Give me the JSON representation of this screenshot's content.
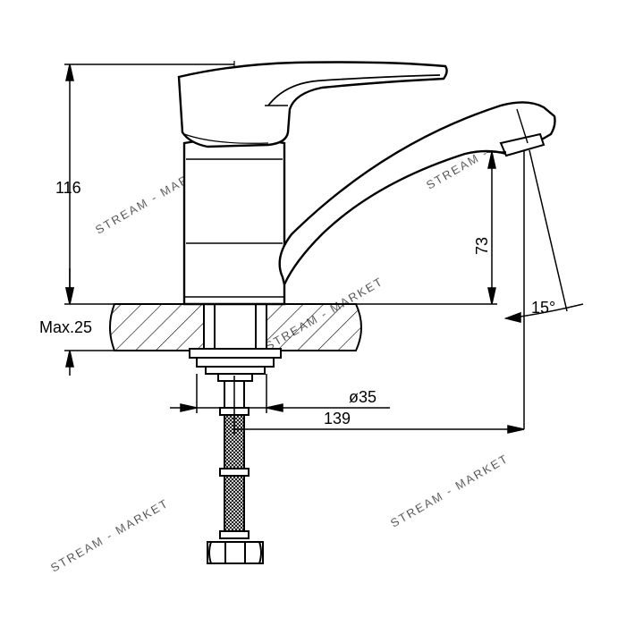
{
  "dimensions": {
    "height_total": "116",
    "max_counter": "Max.25",
    "spout_height": "73",
    "base_diameter": "ø35",
    "spout_reach": "139",
    "spout_angle": "15°"
  },
  "watermark": {
    "text": "STREAM - MARKET"
  },
  "colors": {
    "line": "#000000",
    "watermark": "#c9c9c9",
    "background": "#ffffff"
  }
}
